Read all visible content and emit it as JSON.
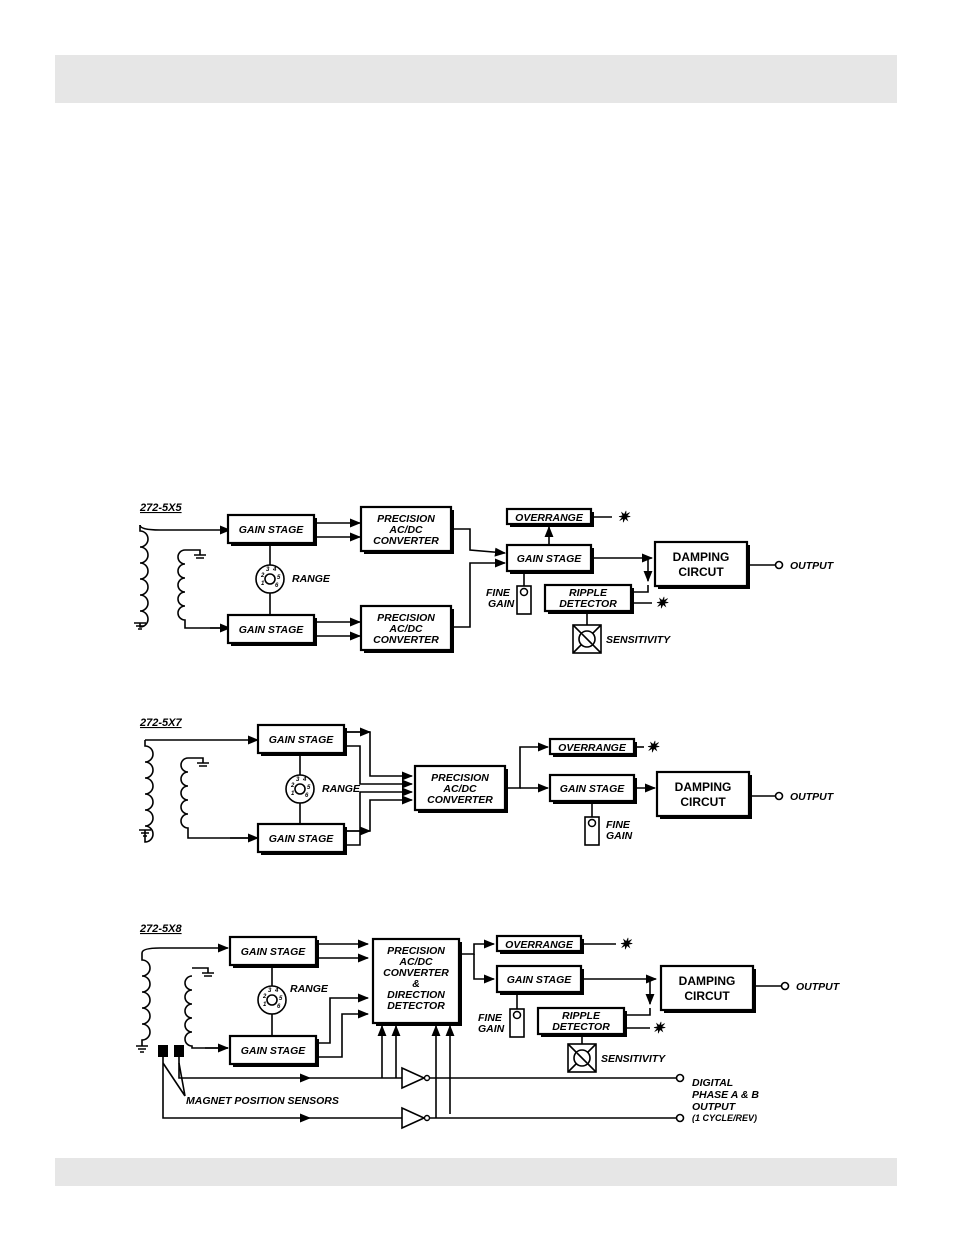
{
  "header_band": {},
  "footer_band": {},
  "diagrams": [
    {
      "model": "272-5X5",
      "gain_stage_top": "GAIN STAGE",
      "gain_stage_bottom": "GAIN STAGE",
      "range_label": "RANGE",
      "converter_top": [
        "PRECISION",
        "AC/DC",
        "CONVERTER"
      ],
      "converter_bottom": [
        "PRECISION",
        "AC/DC",
        "CONVERTER"
      ],
      "overrange": "OVERRANGE",
      "gain_stage_out": "GAIN STAGE",
      "fine_gain": [
        "FINE",
        "GAIN"
      ],
      "ripple_detector": [
        "RIPPLE",
        "DETECTOR"
      ],
      "sensitivity": "SENSITIVITY",
      "damping": [
        "DAMPING",
        "CIRCUT"
      ],
      "output": "OUTPUT"
    },
    {
      "model": "272-5X7",
      "gain_stage_top": "GAIN STAGE",
      "gain_stage_bottom": "GAIN STAGE",
      "range_label": "RANGE",
      "converter": [
        "PRECISION",
        "AC/DC",
        "CONVERTER"
      ],
      "overrange": "OVERRANGE",
      "gain_stage_out": "GAIN STAGE",
      "fine_gain": [
        "FINE",
        "GAIN"
      ],
      "damping": [
        "DAMPING",
        "CIRCUT"
      ],
      "output": "OUTPUT"
    },
    {
      "model": "272-5X8",
      "gain_stage_top": "GAIN STAGE",
      "gain_stage_bottom": "GAIN STAGE",
      "range_label": "RANGE",
      "converter": [
        "PRECISION",
        "AC/DC",
        "CONVERTER",
        "&",
        "DIRECTION",
        "DETECTOR"
      ],
      "overrange": "OVERRANGE",
      "gain_stage_out": "GAIN STAGE",
      "fine_gain": [
        "FINE",
        "GAIN"
      ],
      "ripple_detector": [
        "RIPPLE",
        "DETECTOR"
      ],
      "sensitivity": "SENSITIVITY",
      "damping": [
        "DAMPING",
        "CIRCUT"
      ],
      "output": "OUTPUT",
      "magnet_sensors": "MAGNET POSITION SENSORS",
      "digital_output": [
        "DIGITAL",
        "PHASE A & B",
        "OUTPUT",
        "(1 CYCLE/REV)"
      ]
    }
  ]
}
